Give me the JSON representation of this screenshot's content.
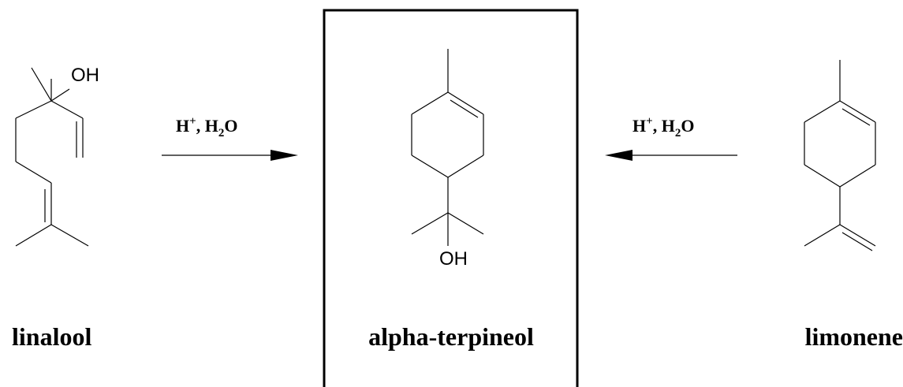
{
  "diagram": {
    "type": "reaction-scheme",
    "molecules": {
      "linalool": {
        "name": "linalool",
        "hydroxyl_label": "OH"
      },
      "alpha_terpineol": {
        "name": "alpha-terpineol",
        "hydroxyl_label": "OH",
        "highlighted": true
      },
      "limonene": {
        "name": "limonene"
      }
    },
    "reactions": [
      {
        "from": "linalool",
        "to": "alpha-terpineol",
        "reagent_h": "H",
        "reagent_charge": "+",
        "reagent_sep": ", H",
        "reagent_sub": "2",
        "reagent_o": "O"
      },
      {
        "from": "limonene",
        "to": "alpha-terpineol",
        "reagent_h": "H",
        "reagent_charge": "+",
        "reagent_sep": ", H",
        "reagent_sub": "2",
        "reagent_o": "O"
      }
    ],
    "colors": {
      "ink": "#000000",
      "background": "#ffffff"
    }
  }
}
